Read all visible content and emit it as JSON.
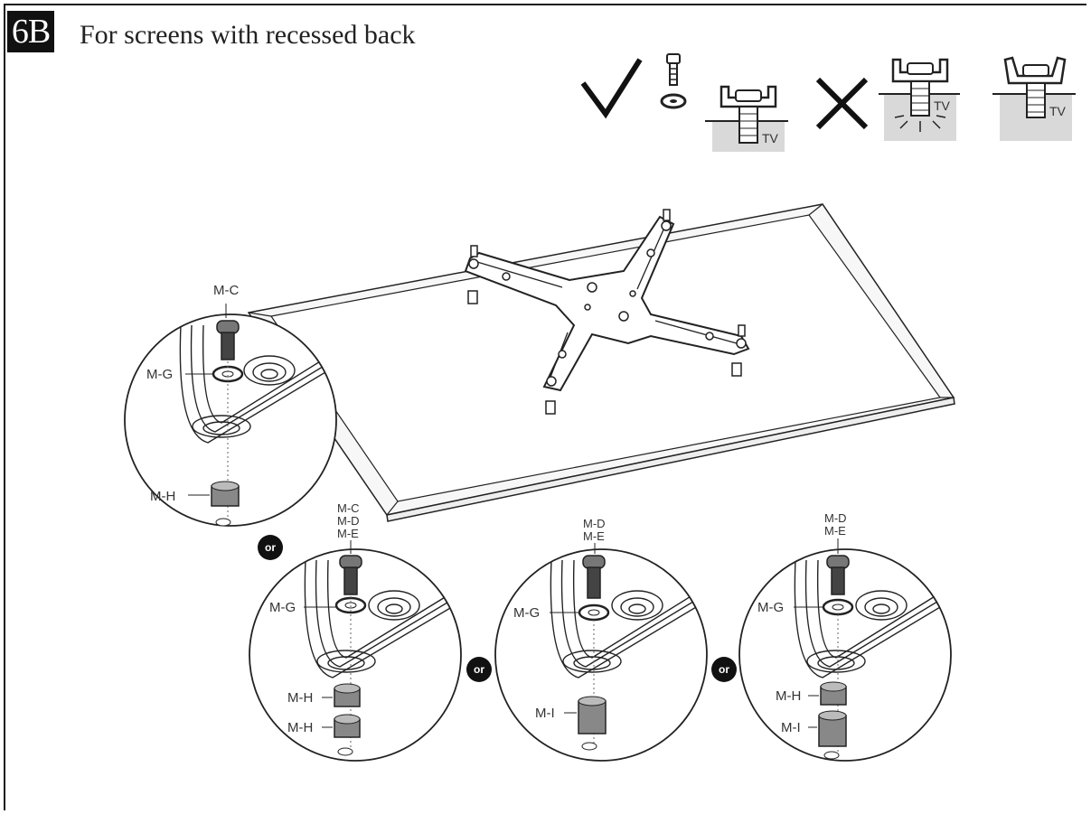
{
  "header": {
    "step": "6B",
    "title": "For screens with recessed back"
  },
  "legend": {
    "tv_label": "TV",
    "correct_icon": "check-mark-icon",
    "incorrect_icon": "cross-mark-icon"
  },
  "parts": {
    "mc": "M-C",
    "md": "M-D",
    "me": "M-E",
    "mg": "M-G",
    "mh": "M-H",
    "mi": "M-I"
  },
  "connector": "or",
  "colors": {
    "ink": "#1a1a1a",
    "gray_fill": "#d9d9d9",
    "panel_fill": "#e4e4e4",
    "badge_bg": "#111111"
  }
}
